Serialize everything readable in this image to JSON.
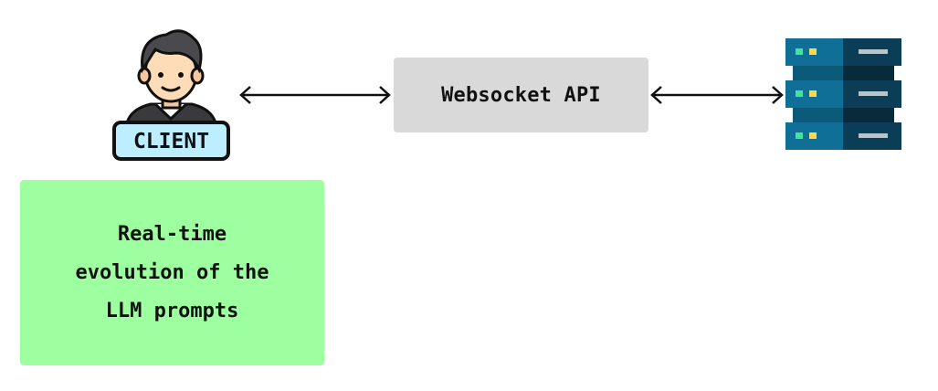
{
  "client": {
    "label": "CLIENT",
    "icon": "client-person-icon"
  },
  "api": {
    "label": "Websocket API"
  },
  "server": {
    "icon": "server-rack-icon"
  },
  "note": {
    "lines": [
      "Real-time",
      "evolution of the",
      "LLM prompts"
    ]
  },
  "colors": {
    "api_box": "#d9d9d9",
    "note_box": "#9dff9f",
    "server_light": "#0f6f96",
    "server_dark": "#0b3d56",
    "client_badge": "#bdeeff"
  }
}
